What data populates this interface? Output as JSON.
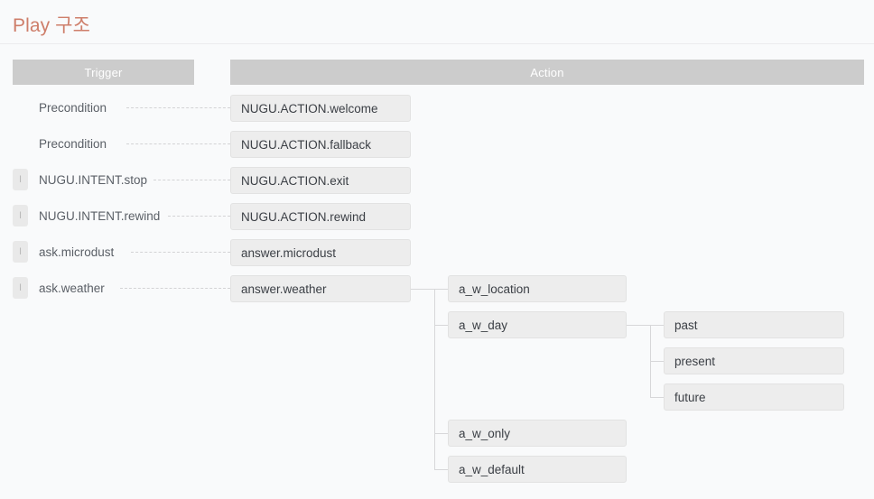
{
  "header": {
    "title": "Play 구조",
    "accent_color": "#ce7e6a"
  },
  "columns": {
    "trigger_label": "Trigger",
    "action_label": "Action"
  },
  "icons": {
    "intent_badge": "intent-badge-icon",
    "intent_badge_glyph": "I"
  },
  "triggers": [
    {
      "label": "Precondition",
      "has_badge": false
    },
    {
      "label": "Precondition",
      "has_badge": false
    },
    {
      "label": "NUGU.INTENT.stop",
      "has_badge": true
    },
    {
      "label": "NUGU.INTENT.rewind",
      "has_badge": true
    },
    {
      "label": "ask.microdust",
      "has_badge": true
    },
    {
      "label": "ask.weather",
      "has_badge": true
    }
  ],
  "actions": [
    {
      "label": "NUGU.ACTION.welcome"
    },
    {
      "label": "NUGU.ACTION.fallback"
    },
    {
      "label": "NUGU.ACTION.exit"
    },
    {
      "label": "NUGU.ACTION.rewind"
    },
    {
      "label": "answer.microdust"
    },
    {
      "label": "answer.weather"
    }
  ],
  "weather_slots": [
    {
      "label": "a_w_location"
    },
    {
      "label": "a_w_day"
    },
    {
      "label": "a_w_only"
    },
    {
      "label": "a_w_default"
    }
  ],
  "day_values": [
    {
      "label": "past"
    },
    {
      "label": "present"
    },
    {
      "label": "future"
    }
  ],
  "colors": {
    "background": "#f9fafb",
    "header_bar": "#cccccc",
    "node_fill": "#ededed",
    "node_border": "#e2e2e2",
    "connector": "#d7d7d9",
    "dashed_connector": "#d3d3d5",
    "trigger_text": "#5a5f66",
    "node_text": "#3b3f45"
  }
}
